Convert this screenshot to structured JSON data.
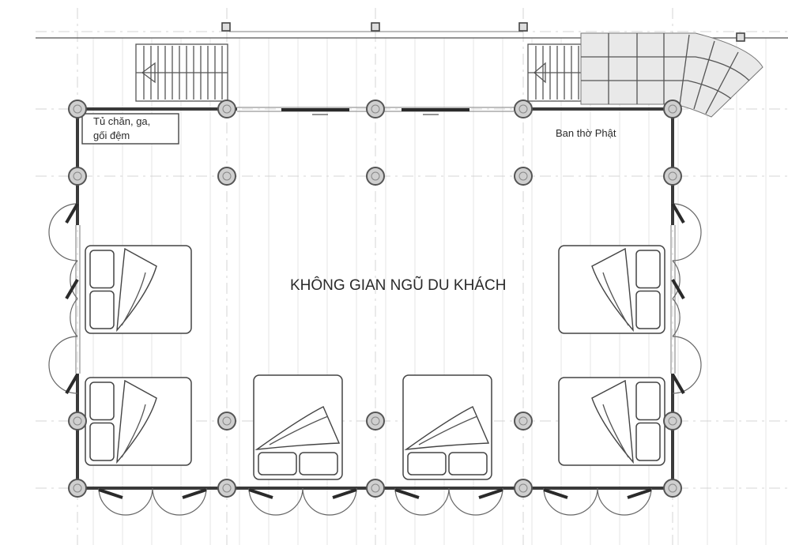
{
  "plan": {
    "room_label": "KHÔNG GIAN NGŨ DU KHÁCH",
    "cabinet_label_line1": "Tủ chăn, ga,",
    "cabinet_label_line2": "gối đệm",
    "altar_label": "Ban thờ Phật"
  },
  "colors": {
    "wall": "#3a3a3a",
    "column_fill": "#cfcfcf",
    "grid": "#d4d4d4"
  }
}
